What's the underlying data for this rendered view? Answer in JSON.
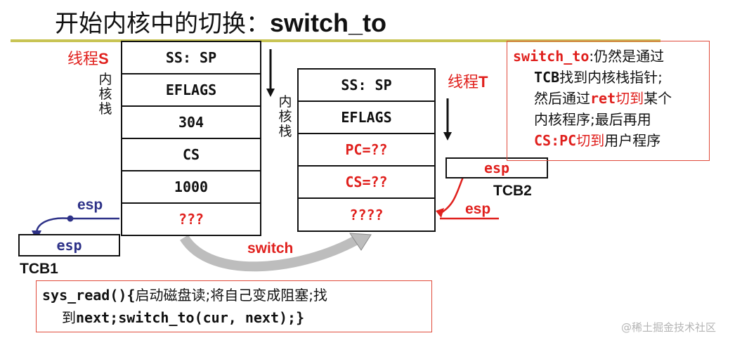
{
  "title": {
    "prefix": "开始内核中的切换：",
    "func": "switch_to"
  },
  "thread_s": {
    "label_prefix": "线程",
    "label_letter": "S",
    "stack_label": "内核栈",
    "cells": [
      "SS: SP",
      "EFLAGS",
      "304",
      "CS",
      "1000",
      "???"
    ],
    "esp_label": "esp",
    "tcb_field": "esp",
    "tcb_name": "TCB1"
  },
  "thread_t": {
    "label_prefix": "线程",
    "label_letter": "T",
    "stack_label": "内核栈",
    "cells": [
      "SS: SP",
      "EFLAGS",
      "PC=??",
      "CS=??",
      "????"
    ],
    "esp_label": "esp",
    "tcb_field": "esp",
    "tcb_name": "TCB2"
  },
  "switch_label": "switch",
  "note": {
    "l1_code": "switch_to",
    "l1_text": ":仍然是通过",
    "l2_code": "TCB",
    "l2_text": "找到内核栈指针;",
    "l3_text_a": "然后通过",
    "l3_code": "ret",
    "l3_red": "切到",
    "l3_text_b": "某个",
    "l4_text": "内核程序;最后再用",
    "l5_code": "CS:PC",
    "l5_red": "切到",
    "l5_text": "用户程序"
  },
  "code": {
    "l1_code": "sys_read(){",
    "l1_text": "启动磁盘读;将自己变成阻塞;找",
    "l2_text": "到",
    "l2_code": "next;switch_to(cur, next);}"
  },
  "watermark": "@稀土掘金技术社区",
  "colors": {
    "accent_red": "#e0201d",
    "esp_blue": "#2e3288",
    "rule": "#c8c454",
    "note_border": "#e04a3a"
  }
}
